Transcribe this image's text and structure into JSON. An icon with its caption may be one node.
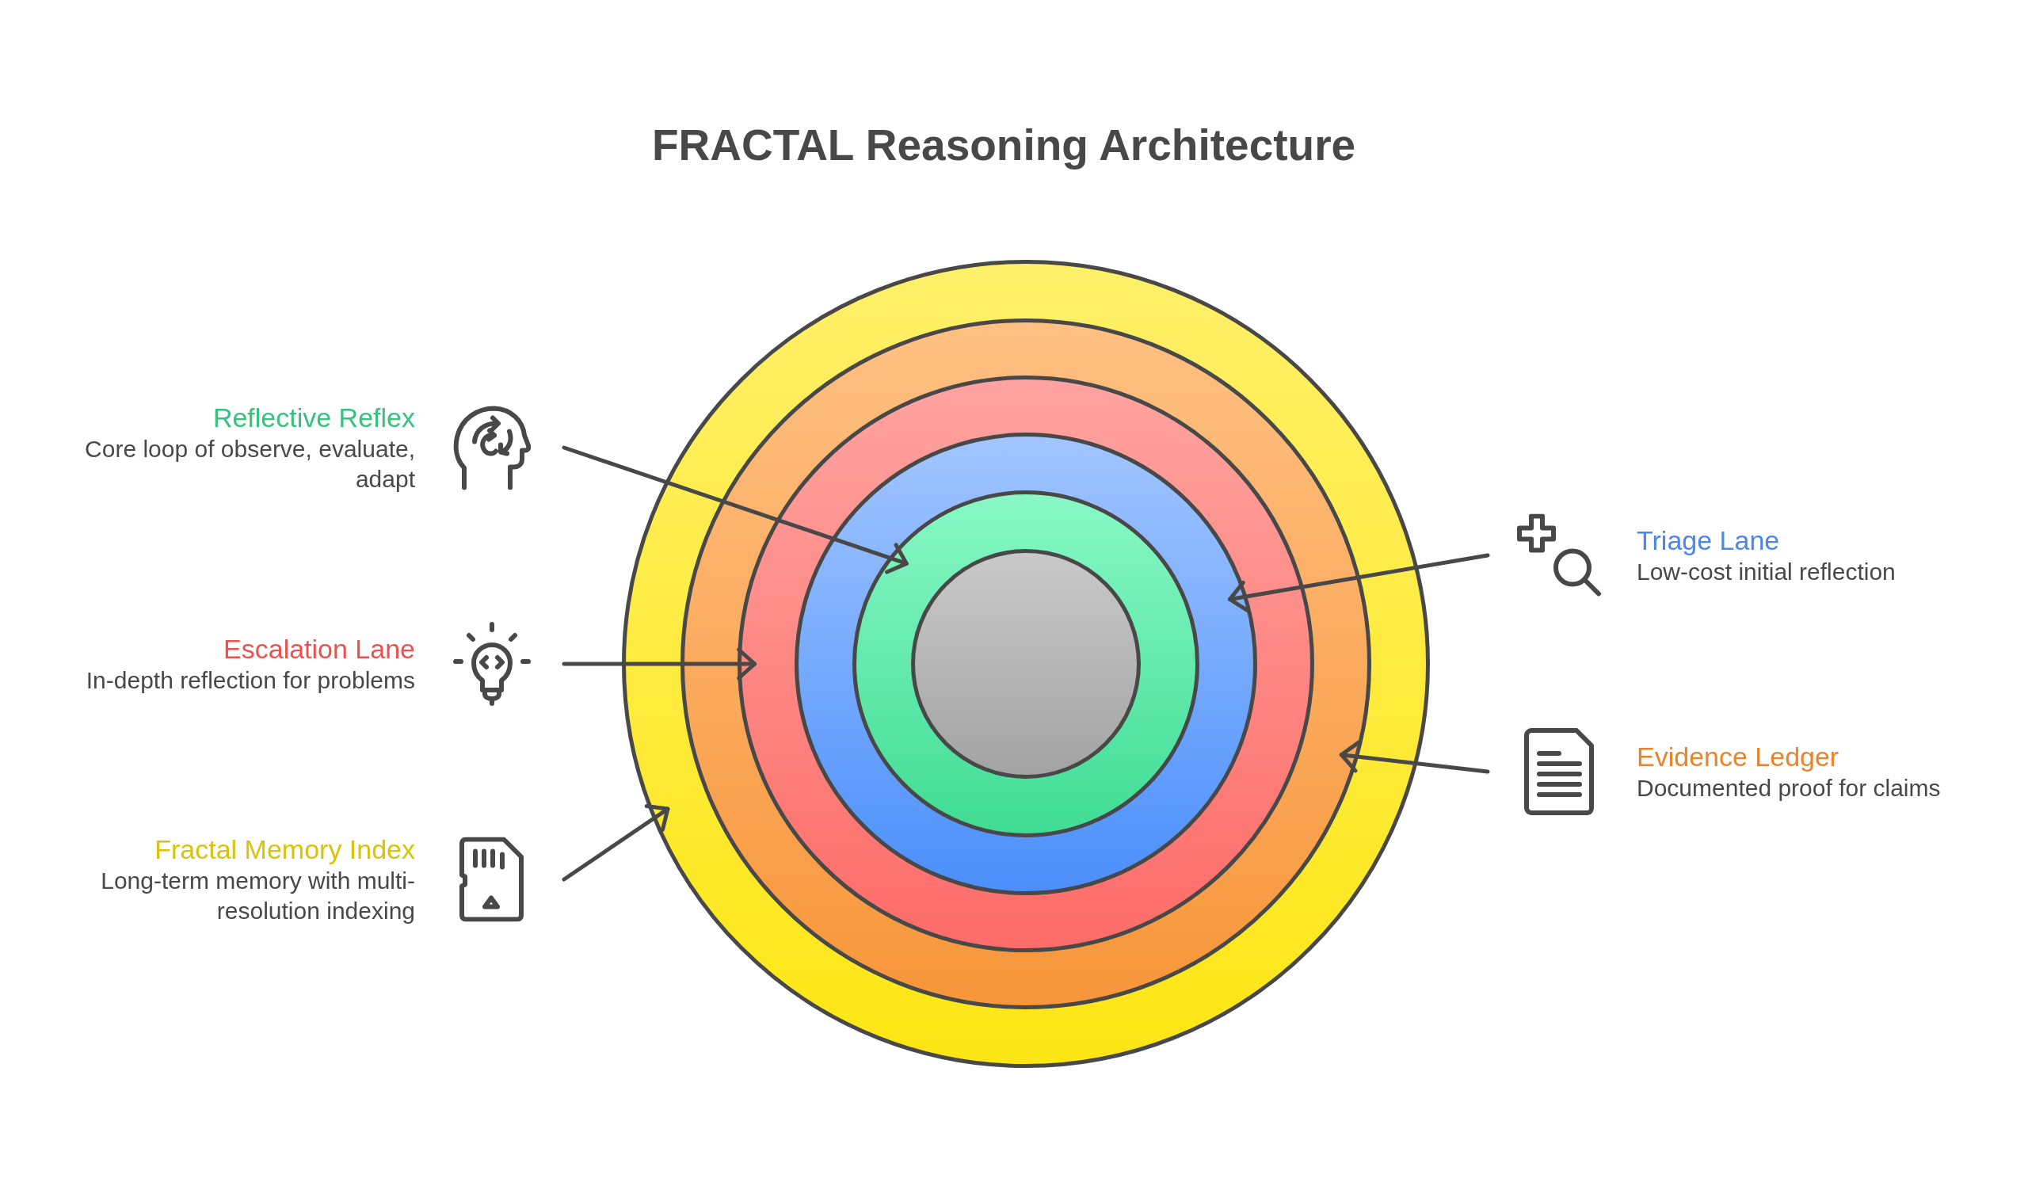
{
  "diagram": {
    "title": "FRACTAL Reasoning Architecture",
    "nodes": [
      {
        "text": [],
        "shape": "circle"
      },
      {
        "text": [],
        "shape": "circle",
        "in": 0
      },
      {
        "text": [],
        "shape": "circle",
        "in": 1
      },
      {
        "text": [],
        "shape": "circle",
        "in": 2
      },
      {
        "text": [],
        "shape": "circle",
        "in": 3
      },
      {
        "text": [],
        "shape": "circle",
        "in": 4
      },
      {
        "text": [
          "Reflective Reflex",
          "Core loop of observe, evaluate, adapt"
        ]
      },
      {
        "text": [
          "Escalation Lane",
          "In-depth reflection for problems"
        ]
      },
      {
        "text": [
          "Fractal Memory Index",
          "Long-term memory with multi-resolution indexing"
        ]
      },
      {
        "text": [
          "Triage Lane",
          "Low-cost initial reflection"
        ]
      },
      {
        "text": [
          "Evidence Ledger",
          "Documented proof for claims"
        ]
      }
    ],
    "edges": [
      {
        "from": 6,
        "to": 4,
        "arrow": "to"
      },
      {
        "from": 7,
        "to": 2,
        "arrow": "to"
      },
      {
        "from": 8,
        "to": 0,
        "arrow": "to"
      },
      {
        "from": 9,
        "to": 3,
        "arrow": "to"
      },
      {
        "from": 10,
        "to": 1,
        "arrow": "to"
      }
    ]
  }
}
